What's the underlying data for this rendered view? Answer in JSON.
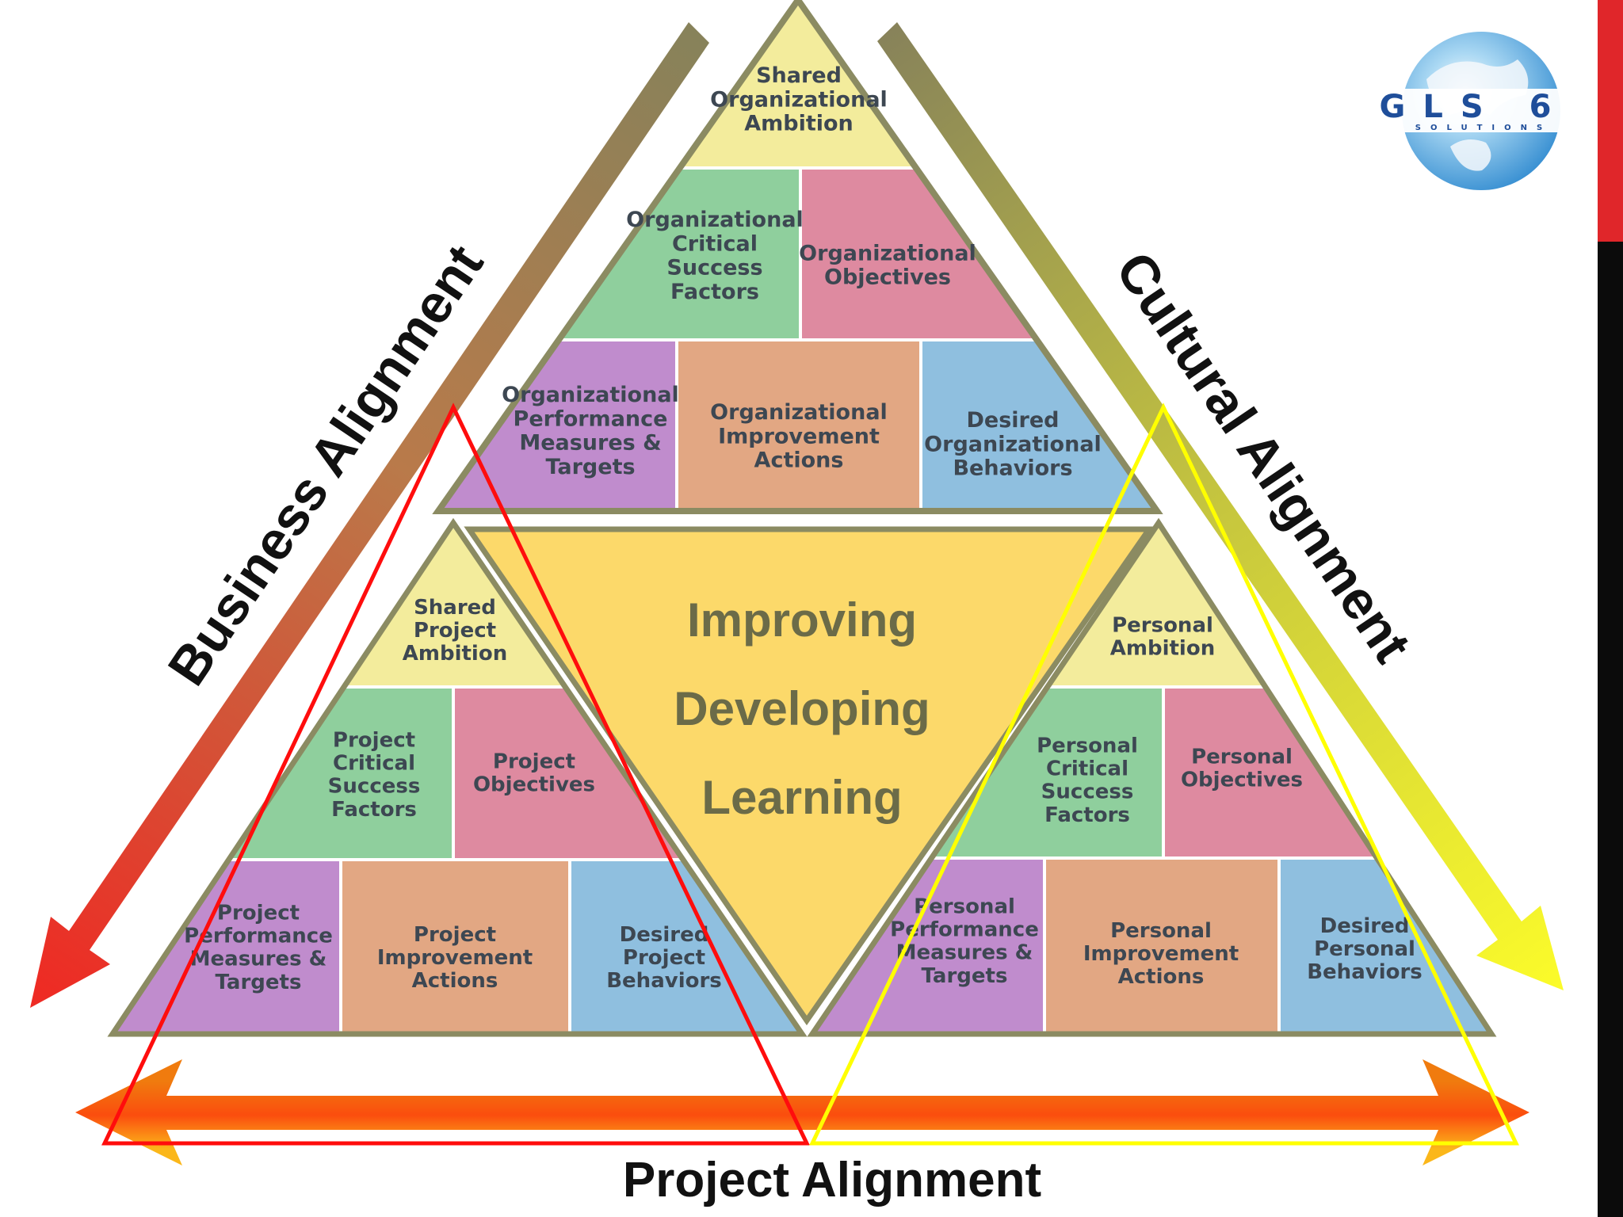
{
  "labels": {
    "business_alignment": "Business  Alignment",
    "cultural_alignment": "Cultural  Alignment",
    "project_alignment": "Project Alignment"
  },
  "center": {
    "line1": "Improving",
    "line2": "Developing",
    "line3": "Learning"
  },
  "logo": {
    "name": "GLS 6",
    "tagline": "SOLUTIONS"
  },
  "organizational": {
    "ambition": [
      "Shared",
      "Organizational",
      "Ambition"
    ],
    "csf": [
      "Organizational",
      "Critical",
      "Success",
      "Factors"
    ],
    "objectives": [
      "Organizational",
      "Objectives"
    ],
    "measures": [
      "Organizational",
      "Performance",
      "Measures  &",
      "Targets"
    ],
    "actions": [
      "Organizational",
      "Improvement",
      "Actions"
    ],
    "behaviors": [
      "Desired",
      "Organizational",
      "Behaviors"
    ]
  },
  "project": {
    "ambition": [
      "Shared",
      "Project",
      "Ambition"
    ],
    "csf": [
      "Project",
      "Critical",
      "Success",
      "Factors"
    ],
    "objectives": [
      "Project",
      "Objectives"
    ],
    "measures": [
      "Project",
      "Performance",
      "Measures &",
      "Targets"
    ],
    "actions": [
      "Project",
      "Improvement",
      "Actions"
    ],
    "behaviors": [
      "Desired",
      "Project",
      "Behaviors"
    ]
  },
  "personal": {
    "ambition": [
      "Personal",
      "Ambition"
    ],
    "csf": [
      "Personal",
      "Critical",
      "Success",
      "Factors"
    ],
    "objectives": [
      "Personal",
      "Objectives"
    ],
    "measures": [
      "Personal",
      "Performance",
      "Measures &",
      "Targets"
    ],
    "actions": [
      "Personal",
      "Improvement",
      "Actions"
    ],
    "behaviors": [
      "Desired",
      "Personal",
      "Behaviors"
    ]
  },
  "colors": {
    "yellow": "#f3ec9c",
    "green": "#8fcf9d",
    "pink": "#de8aa0",
    "purple": "#c08ccd",
    "tan": "#e2a783",
    "blue": "#8fbfdf",
    "center": "#fcd96a",
    "border": "#8b8b62"
  }
}
